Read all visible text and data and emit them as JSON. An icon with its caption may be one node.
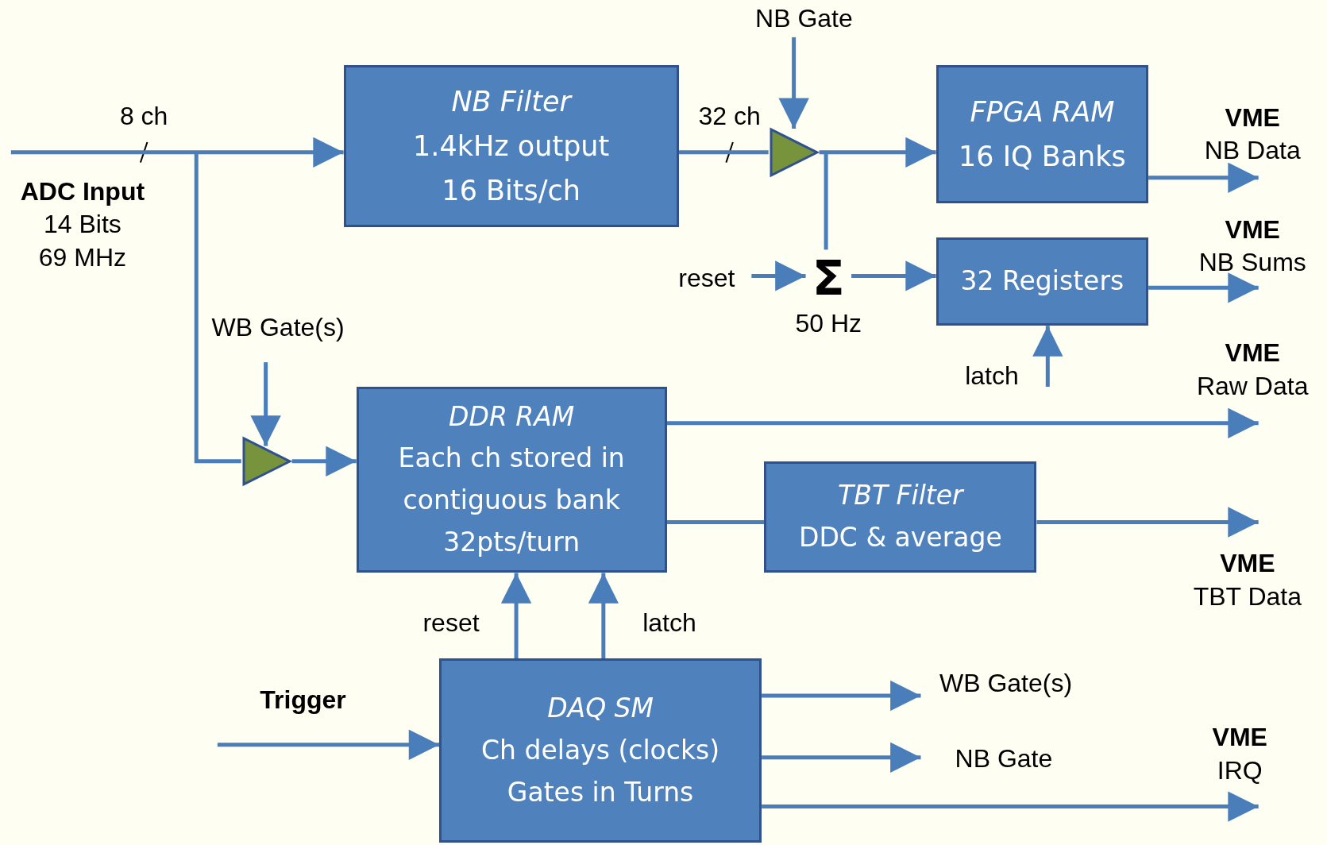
{
  "diagram": {
    "nodes": [
      {
        "text": [
          "ADC Input",
          "14 Bits",
          "69 MHz"
        ]
      },
      {
        "text": [
          "NB Filter",
          "1.4kHz output",
          "16 Bits/ch"
        ]
      },
      {
        "text": [
          "FPGA RAM",
          "16 IQ Banks"
        ]
      },
      {
        "text": [
          "32 Registers"
        ]
      },
      {
        "text": [
          "DDR RAM",
          "Each ch stored in contiguous bank",
          "32pts/turn"
        ]
      },
      {
        "text": [
          "TBT Filter",
          "DDC & average"
        ]
      },
      {
        "text": [
          "DAQ SM",
          "Ch delays (clocks)",
          "Gates in Turns"
        ]
      },
      {
        "text": [],
        "shape": "triangle"
      },
      {
        "text": [],
        "shape": "triangle"
      },
      {
        "text": [
          "Σ"
        ],
        "beside": [
          "50 Hz"
        ]
      },
      {
        "text": [
          "NB Gate"
        ]
      },
      {
        "text": [
          "reset"
        ]
      },
      {
        "text": [
          "WB Gate(s)"
        ]
      },
      {
        "text": [
          "VME",
          "NB Data"
        ]
      },
      {
        "text": [
          "VME",
          "NB Sums"
        ]
      },
      {
        "text": [
          "VME",
          "Raw Data"
        ]
      },
      {
        "text": [
          "VME",
          "TBT Data"
        ]
      },
      {
        "text": [
          "Trigger"
        ]
      },
      {
        "text": [
          "WB Gate(s)"
        ]
      },
      {
        "text": [
          "NB Gate"
        ]
      },
      {
        "text": [
          "VME",
          "IRQ"
        ]
      }
    ],
    "edges": [
      {
        "from": 0,
        "to": 1,
        "arrow": "to",
        "label": "8 ch"
      },
      {
        "from": 0,
        "to": 8,
        "arrow": "none"
      },
      {
        "from": 8,
        "to": 4,
        "arrow": "to"
      },
      {
        "from": 1,
        "to": 7,
        "arrow": "none",
        "label": "32 ch"
      },
      {
        "from": 7,
        "to": 2,
        "arrow": "to"
      },
      {
        "from": 7,
        "to": 9,
        "arrow": "none"
      },
      {
        "from": 10,
        "to": 7,
        "arrow": "to"
      },
      {
        "from": 11,
        "to": 9,
        "arrow": "to"
      },
      {
        "from": 9,
        "to": 3,
        "arrow": "to"
      },
      {
        "from": null,
        "to": 3,
        "arrow": "to",
        "label": "latch"
      },
      {
        "from": 12,
        "to": 8,
        "arrow": "to"
      },
      {
        "from": 2,
        "to": 13,
        "arrow": "to"
      },
      {
        "from": 3,
        "to": 14,
        "arrow": "to"
      },
      {
        "from": 4,
        "to": 15,
        "arrow": "to"
      },
      {
        "from": 4,
        "to": 5,
        "arrow": "none"
      },
      {
        "from": 5,
        "to": 16,
        "arrow": "to"
      },
      {
        "from": 6,
        "to": 4,
        "arrow": "to",
        "label": "reset"
      },
      {
        "from": 6,
        "to": 4,
        "arrow": "to",
        "label": "latch"
      },
      {
        "from": 17,
        "to": 6,
        "arrow": "to"
      },
      {
        "from": 6,
        "to": 18,
        "arrow": "to"
      },
      {
        "from": 6,
        "to": 19,
        "arrow": "to"
      },
      {
        "from": 6,
        "to": 20,
        "arrow": "to"
      }
    ]
  }
}
